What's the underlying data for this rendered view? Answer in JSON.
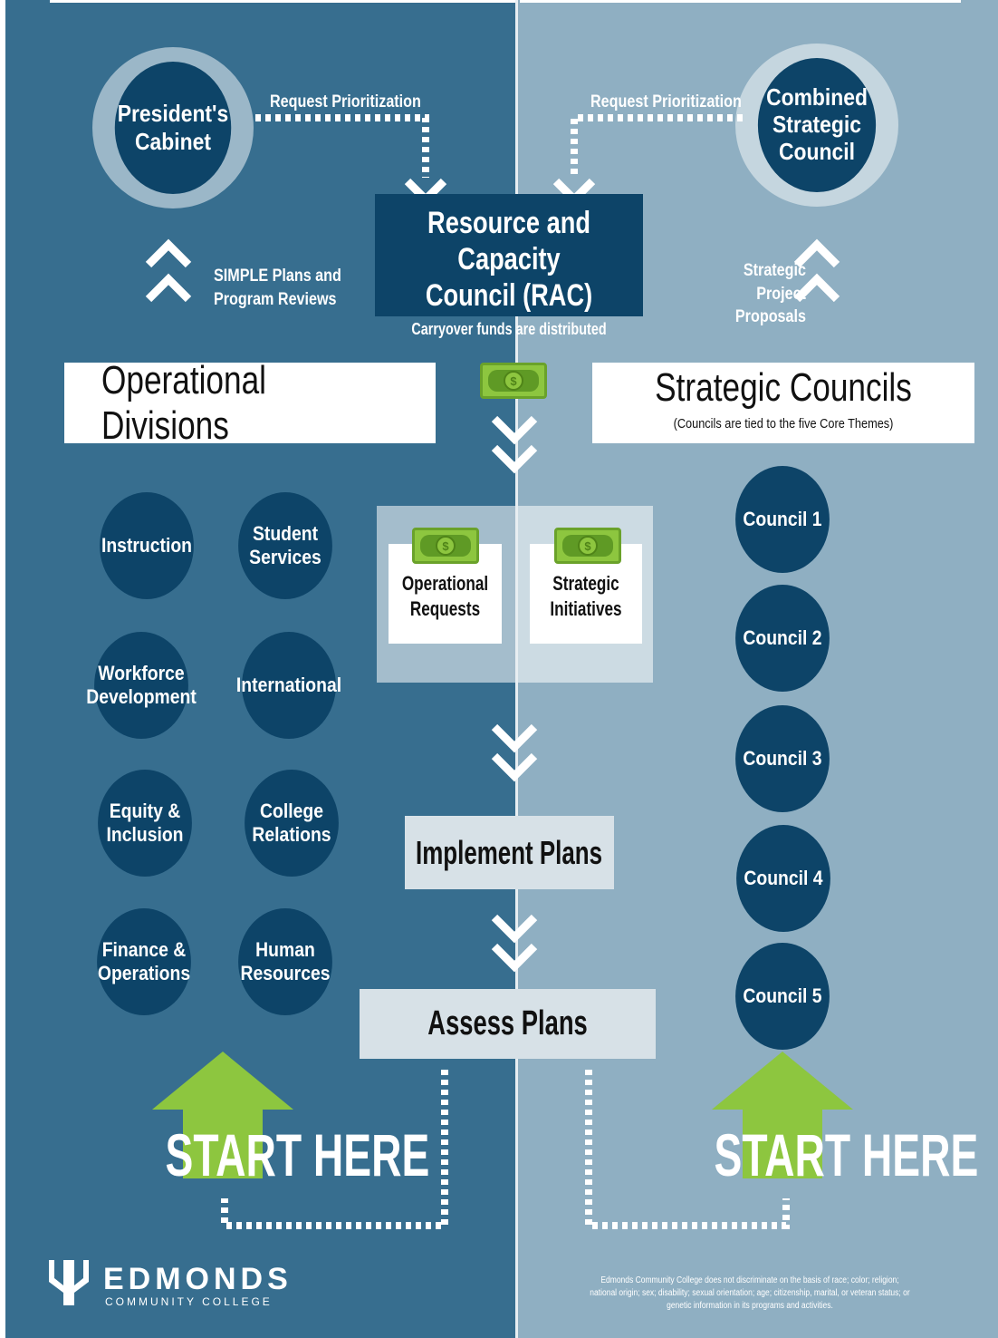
{
  "colors": {
    "left_panel": "#376e8f",
    "right_panel": "#8fafc2",
    "circle": "#0d4468",
    "accent_green": "#8dc63f"
  },
  "presidents_cabinet": "President's\nCabinet",
  "combined_council": "Combined\nStrategic\nCouncil",
  "request_left": "Request Prioritization",
  "request_right": "Request Prioritization",
  "rac": {
    "title_line1": "Resource and Capacity",
    "title_line2": "Council (RAC)",
    "subtitle": "Carryover funds are distributed"
  },
  "simple_plans": "SIMPLE Plans and\nProgram Reviews",
  "strategic_proposals": "Strategic Project\nProposals",
  "operational_divisions": "Operational Divisions",
  "strategic_councils": {
    "title": "Strategic Councils",
    "subtitle": "(Councils are tied to the five Core Themes)"
  },
  "divisions": [
    "Instruction",
    "Student\nServices",
    "Workforce\nDevelopment",
    "International",
    "Equity &\nInclusion",
    "College\nRelations",
    "Finance &\nOperations",
    "Human\nResources"
  ],
  "councils": [
    "Council 1",
    "Council 2",
    "Council 3",
    "Council 4",
    "Council 5"
  ],
  "operational_requests": "Operational\nRequests",
  "strategic_initiatives": "Strategic\nInitiatives",
  "money_symbol": "$",
  "implement_plans": "Implement Plans",
  "assess_plans": "Assess Plans",
  "start_left": "START HERE",
  "start_right": "START HERE",
  "logo": {
    "name": "EDMONDS",
    "sub": "COMMUNITY COLLEGE"
  },
  "disclaimer": "Edmonds Community College does not discriminate on the basis of race; color; religion; national origin; sex; disability; sexual orientation; age; citizenship, marital, or veteran status; or genetic information in its programs and activities."
}
